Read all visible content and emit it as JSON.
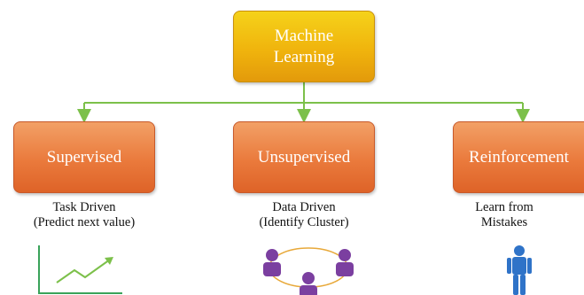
{
  "root": {
    "line1": "Machine",
    "line2": "Learning"
  },
  "categories": [
    {
      "label": "Supervised",
      "caption_line1": "Task Driven",
      "caption_line2": "(Predict next value)",
      "icon": "line-graph-icon"
    },
    {
      "label": "Unsupervised",
      "caption_line1": "Data Driven",
      "caption_line2": "(Identify Cluster)",
      "icon": "cluster-people-icon"
    },
    {
      "label": "Reinforcement",
      "caption_line1": "Learn from",
      "caption_line2": "Mistakes",
      "icon": "person-icon"
    }
  ],
  "colors": {
    "root_fill": "#f0b40d",
    "child_fill": "#ea7a3c",
    "connector": "#7cc04a",
    "graph_line": "#3aa35a",
    "person_purple": "#7b3fa0",
    "person_blue": "#2f73c8"
  }
}
